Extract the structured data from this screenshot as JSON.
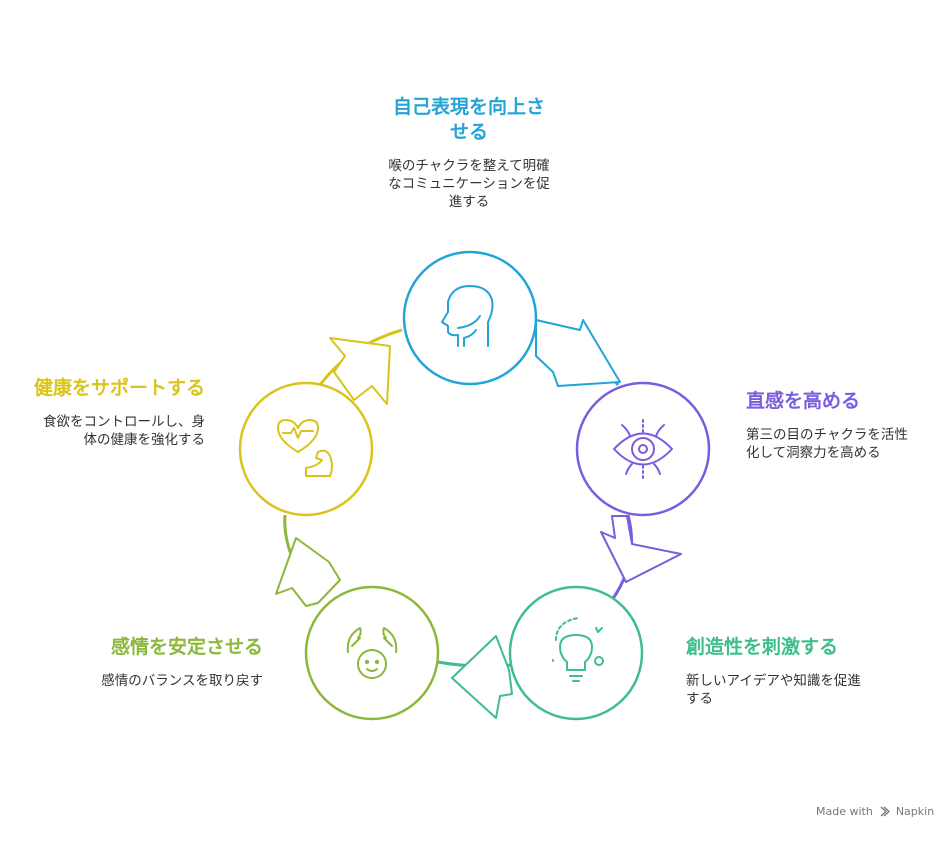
{
  "nodes": {
    "top": {
      "title": "自己表現を向上させる",
      "description": "喉のチャクラを整えて明確なコミュニケーションを促進する",
      "color": "#22A5D6",
      "icon": "throat-head-icon"
    },
    "right": {
      "title": "直感を高める",
      "description": "第三の目のチャクラを活性化して洞察力を高める",
      "color": "#7B5CE0",
      "icon": "third-eye-icon"
    },
    "bottom_right": {
      "title": "創造性を刺激する",
      "description": "新しいアイデアや知識を促進する",
      "color": "#3DBE8A",
      "icon": "lightbulb-icon"
    },
    "bottom_left": {
      "title": "感情を安定させる",
      "description": "感情のバランスを取り戻す",
      "color": "#8CB83A",
      "icon": "calm-face-icon"
    },
    "left": {
      "title": "健康をサポートする",
      "description": "食欲をコントロールし、身体の健康を強化する",
      "color": "#D9C41C",
      "icon": "heart-muscle-icon"
    }
  },
  "footer": {
    "made_with": "Made with",
    "brand": "Napkin"
  }
}
